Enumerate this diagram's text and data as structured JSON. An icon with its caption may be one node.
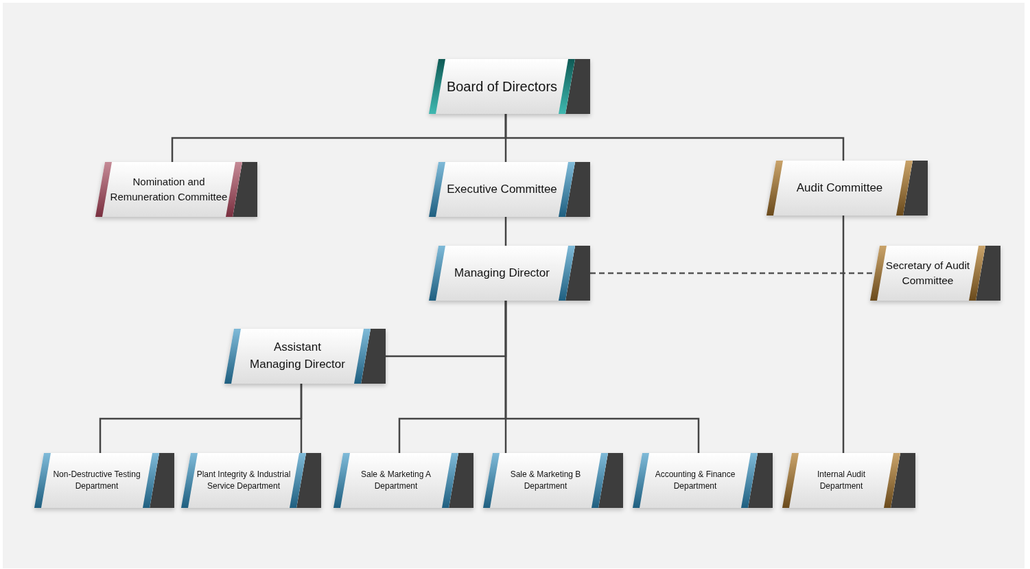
{
  "diagram": {
    "nodes": [
      {
        "text": [
          "Board of Directors"
        ]
      },
      {
        "text": [
          "Nomination and Remuneration Committee"
        ]
      },
      {
        "text": [
          "Executive Committee"
        ]
      },
      {
        "text": [
          "Audit Committee"
        ]
      },
      {
        "text": [
          "Managing Director"
        ]
      },
      {
        "text": [
          "Secretary of Audit Committee"
        ]
      },
      {
        "text": [
          "Assistant Managing Director"
        ]
      },
      {
        "text": [
          "Non-Destructive Testing Department"
        ]
      },
      {
        "text": [
          "Plant Integrity & Industrial Service Department"
        ]
      },
      {
        "text": [
          "Sale & Marketing A Department"
        ]
      },
      {
        "text": [
          "Sale & Marketing B Department"
        ]
      },
      {
        "text": [
          "Accounting & Finance Department"
        ]
      },
      {
        "text": [
          "Internal Audit Department"
        ]
      }
    ],
    "edges": [
      {
        "from": 0,
        "to": 1,
        "arrow": "none"
      },
      {
        "from": 0,
        "to": 2,
        "arrow": "none"
      },
      {
        "from": 0,
        "to": 3,
        "arrow": "none"
      },
      {
        "from": 2,
        "to": 4,
        "arrow": "none"
      },
      {
        "from": 4,
        "to": 5,
        "arrow": "none",
        "style": "dashed"
      },
      {
        "from": 4,
        "to": 6,
        "arrow": "none"
      },
      {
        "from": 4,
        "to": 9,
        "arrow": "none"
      },
      {
        "from": 4,
        "to": 10,
        "arrow": "none"
      },
      {
        "from": 4,
        "to": 11,
        "arrow": "none"
      },
      {
        "from": 6,
        "to": 7,
        "arrow": "none"
      },
      {
        "from": 6,
        "to": 8,
        "arrow": "none"
      },
      {
        "from": 3,
        "to": 12,
        "arrow": "none"
      }
    ]
  }
}
